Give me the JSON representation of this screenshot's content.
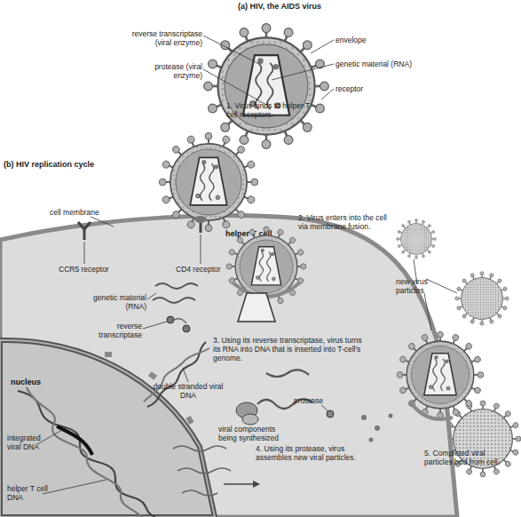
{
  "diagram": {
    "nodes": [
      {
        "text": [
          "helper T cell"
        ]
      },
      {
        "text": [
          "nucleus"
        ],
        "in": 0
      }
    ],
    "labels": [
      "(a) HIV, the AIDS virus",
      "reverse transcriptase (viral enzyme)",
      "protease (viral enzyme)",
      "envelope",
      "genetic material (RNA)",
      "receptor",
      "(b) HIV replication cycle",
      "1. Virus binds to helper T cell receptors.",
      "cell membrane",
      "CCR5 receptor",
      "CD4 receptor",
      "2. Virus enters into the cell via membrane fusion.",
      "new virus particles",
      "genetic material (RNA)",
      "reverse transcriptase",
      "3. Using its reverse transcriptase, virus turns its RNA into DNA that is inserted into T-cell's genome.",
      "double stranded viral DNA",
      "protease",
      "viral components being synthesized",
      "4. Using its protease, virus assembles new viral particles.",
      "integrated viral DNA",
      "5. Completed viral particles bud from cell.",
      "helper T cell DNA"
    ]
  }
}
